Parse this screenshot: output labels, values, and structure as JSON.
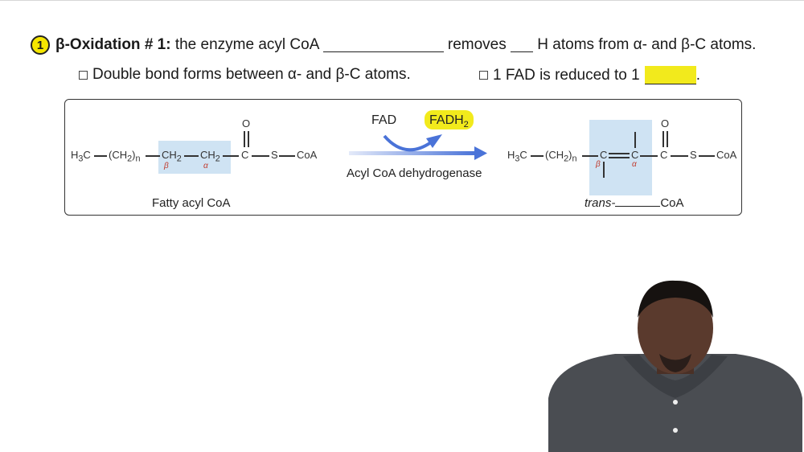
{
  "question": {
    "number": "1",
    "title": "β-Oxidation # 1:",
    "text_a": " the enzyme acyl CoA ",
    "text_b": " removes ",
    "text_c": " H atoms from α- and β-C atoms."
  },
  "checklist": {
    "item1": "Double bond forms between α- and β-C atoms.",
    "item2_prefix": "1 FAD is reduced to 1",
    "item2_suffix": "."
  },
  "reactant": {
    "h3c": "H3C",
    "ch2n_open": "(CH",
    "sub2": "2",
    "ch2n_close": ")",
    "sub_n": "n",
    "ch2_a": "CH",
    "ch2_b": "CH",
    "carbonyl_o": "O",
    "carbonyl_c": "C",
    "s": "S",
    "coa": "CoA",
    "beta": "β",
    "alpha": "α",
    "caption": "Fatty acyl CoA"
  },
  "arrow": {
    "cofactor_in": "FAD",
    "cofactor_out_base": "FADH",
    "cofactor_out_sub": "2",
    "enzyme": "Acyl CoA dehydrogenase"
  },
  "product": {
    "h3c": "H3C",
    "c_beta": "C",
    "c_alpha": "C",
    "carbonyl_c": "C",
    "carbonyl_o": "O",
    "s": "S",
    "coa": "CoA",
    "beta": "β",
    "alpha": "α",
    "caption_prefix": "trans-",
    "caption_suffix": "CoA"
  },
  "colors": {
    "highlight_yellow": "#f2ea1c",
    "highlight_blue": "#cfe3f3",
    "arrow_blue": "#4a73d8",
    "greek_red": "#c0392b"
  }
}
